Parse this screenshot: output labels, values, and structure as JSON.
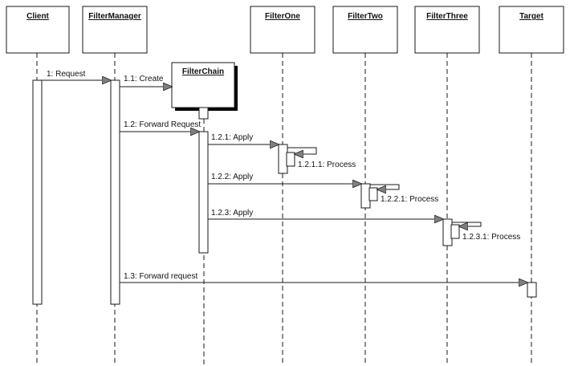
{
  "diagram": {
    "objects": {
      "client": "Client",
      "filter_manager": "FilterManager",
      "filter_one": "FilterOne",
      "filter_two": "FilterTwo",
      "filter_three": "FilterThree",
      "target": "Target",
      "filter_chain": "FilterChain"
    },
    "messages": {
      "m1": "1: Request",
      "m1_1": "1.1: Create",
      "m1_2": "1.2: Forward Request",
      "m1_2_1": "1.2.1: Apply",
      "m1_2_1_1": "1.2.1.1: Process",
      "m1_2_2": "1.2.2: Apply",
      "m1_2_2_1": "1.2.2.1: Process",
      "m1_2_3": "1.2.3: Apply",
      "m1_2_3_1": "1.2.3.1: Process",
      "m1_3": "1.3: Forward request"
    },
    "colors": {
      "line": "#1a1a1a",
      "box_fill": "#ffffff",
      "arrow_fill": "#7f7f7f",
      "shadow": "#000000"
    }
  }
}
